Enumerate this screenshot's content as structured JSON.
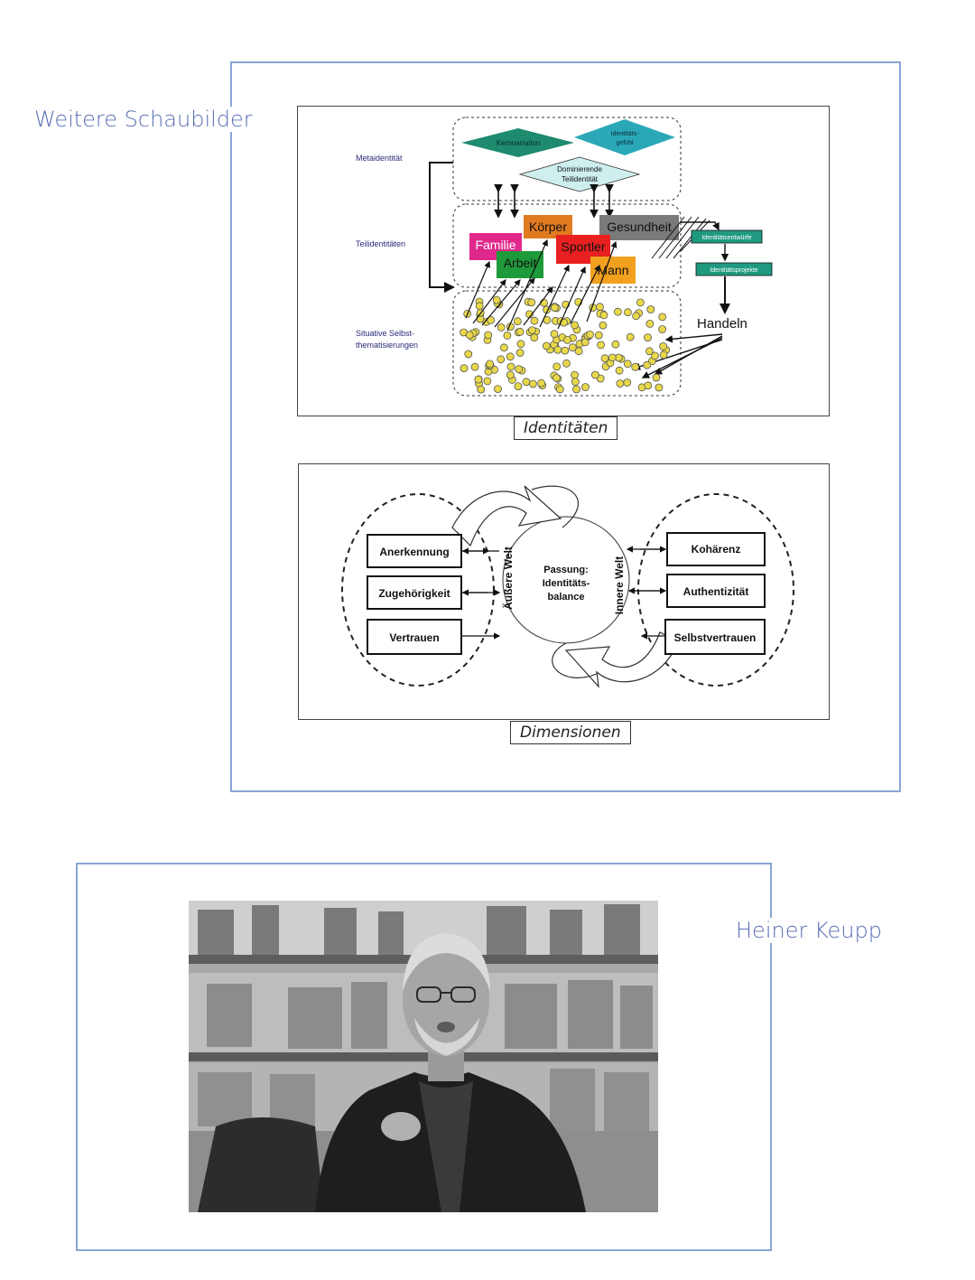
{
  "section1": {
    "title": "Weitere Schaubilder",
    "caption_identitaeten": "Identitäten",
    "caption_dimensionen": "Dimensionen"
  },
  "identity_diagram": {
    "levels": {
      "meta": "Metaidentität",
      "teil": "Teilidentitäten",
      "situativ_line1": "Situative Selbst-",
      "situativ_line2": "thematisierungen"
    },
    "meta_items": {
      "kernnarration": "Kernnarration",
      "gefuehl_line1": "Identitäts-",
      "gefuehl_line2": "gefühl",
      "dominierend_line1": "Dominierende",
      "dominierend_line2": "Teilidentität"
    },
    "teil_items": {
      "familie": "Familie",
      "koerper": "Körper",
      "gesundheit": "Gesundheit",
      "sportler": "Sportler",
      "arbeit": "Arbeit",
      "mann": "Mann"
    },
    "right": {
      "entwuerfe": "Identitätsentwürfe",
      "projekte": "Identitätsprojekte",
      "handeln": "Handeln"
    },
    "colors": {
      "kernnarration": "#1e8a6e",
      "gefuehl": "#2aa8b8",
      "dominierend": "#cfeeee",
      "familie": "#e0288c",
      "koerper": "#e07a20",
      "gesundheit": "#7a7a7a",
      "sportler": "#e82020",
      "arbeit": "#1f9a3a",
      "mann": "#f2a020",
      "teal_box": "#1f9a80",
      "dot": "#e8d84a"
    }
  },
  "dimension_diagram": {
    "left_boxes": [
      "Anerkennung",
      "Zugehörigkeit",
      "Vertrauen"
    ],
    "right_boxes": [
      "Kohärenz",
      "Authentizität",
      "Selbstvertrauen"
    ],
    "outer_world": "Äußere Welt",
    "inner_world": "Innere Welt",
    "center_line1": "Passung:",
    "center_line2": "Identitäts-",
    "center_line3": "balance"
  },
  "section2": {
    "name": "Heiner Keupp"
  }
}
